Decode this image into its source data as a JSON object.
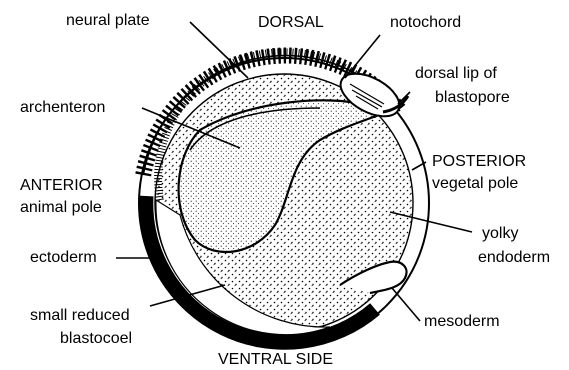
{
  "labels": {
    "neural_plate": "neural plate",
    "dorsal": "DORSAL",
    "notochord": "notochord",
    "dorsal_lip_line1": "dorsal lip of",
    "dorsal_lip_line2": "blastopore",
    "archenteron": "archenteron",
    "posterior": "POSTERIOR",
    "vegetal_pole": "vegetal pole",
    "anterior": "ANTERIOR",
    "animal_pole": "animal pole",
    "yolky": "yolky",
    "endoderm": "endoderm",
    "ectoderm": "ectoderm",
    "mesoderm": "mesoderm",
    "blastocoel_line1": "small reduced",
    "blastocoel_line2": "blastocoel",
    "ventral": "VENTRAL SIDE"
  }
}
